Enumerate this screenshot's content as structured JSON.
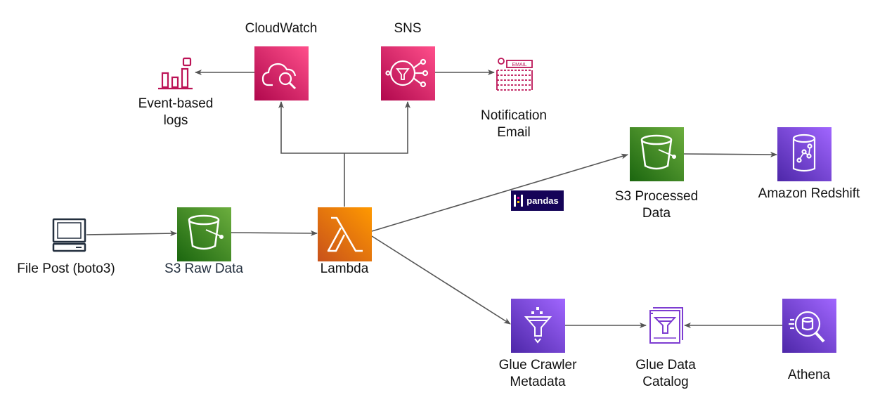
{
  "nodes": {
    "file_post": {
      "label": "File Post (boto3)",
      "icon": "client-computer-icon"
    },
    "s3_raw": {
      "label": "S3 Raw Data",
      "icon": "s3-bucket-icon",
      "color": "#3F8624"
    },
    "lambda": {
      "label": "Lambda",
      "icon": "lambda-icon",
      "color": "#ED7100"
    },
    "cloudwatch": {
      "label": "CloudWatch",
      "icon": "cloudwatch-icon",
      "color": "#E7157B"
    },
    "sns": {
      "label": "SNS",
      "icon": "sns-icon",
      "color": "#E7157B"
    },
    "event_logs": {
      "label_line1": "Event-based",
      "label_line2": "logs",
      "icon": "bar-chart-logs-icon"
    },
    "email": {
      "label_line1": "Notification",
      "label_line2": "Email",
      "icon": "email-notification-icon",
      "icon_text": "EMAIL"
    },
    "pandas": {
      "label": "pandas",
      "icon": "pandas-logo"
    },
    "s3_processed": {
      "label_line1": "S3 Processed",
      "label_line2": "Data",
      "icon": "s3-bucket-icon",
      "color": "#3F8624"
    },
    "redshift": {
      "label": "Amazon Redshift",
      "icon": "redshift-icon",
      "color": "#8C4FFF"
    },
    "glue_crawler": {
      "label_line1": "Glue Crawler",
      "label_line2": "Metadata",
      "icon": "glue-crawler-icon",
      "color": "#8C4FFF"
    },
    "glue_catalog": {
      "label_line1": "Glue Data",
      "label_line2": "Catalog",
      "icon": "glue-data-catalog-icon"
    },
    "athena": {
      "label": "Athena",
      "icon": "athena-icon",
      "color": "#8C4FFF"
    }
  },
  "edges": [
    {
      "from": "file_post",
      "to": "s3_raw"
    },
    {
      "from": "s3_raw",
      "to": "lambda"
    },
    {
      "from": "lambda",
      "to": "cloudwatch"
    },
    {
      "from": "lambda",
      "to": "sns"
    },
    {
      "from": "cloudwatch",
      "to": "event_logs"
    },
    {
      "from": "sns",
      "to": "email"
    },
    {
      "from": "lambda",
      "to": "s3_processed"
    },
    {
      "from": "lambda",
      "to": "glue_crawler"
    },
    {
      "from": "s3_processed",
      "to": "redshift"
    },
    {
      "from": "glue_crawler",
      "to": "glue_catalog"
    },
    {
      "from": "athena",
      "to": "glue_catalog"
    }
  ]
}
